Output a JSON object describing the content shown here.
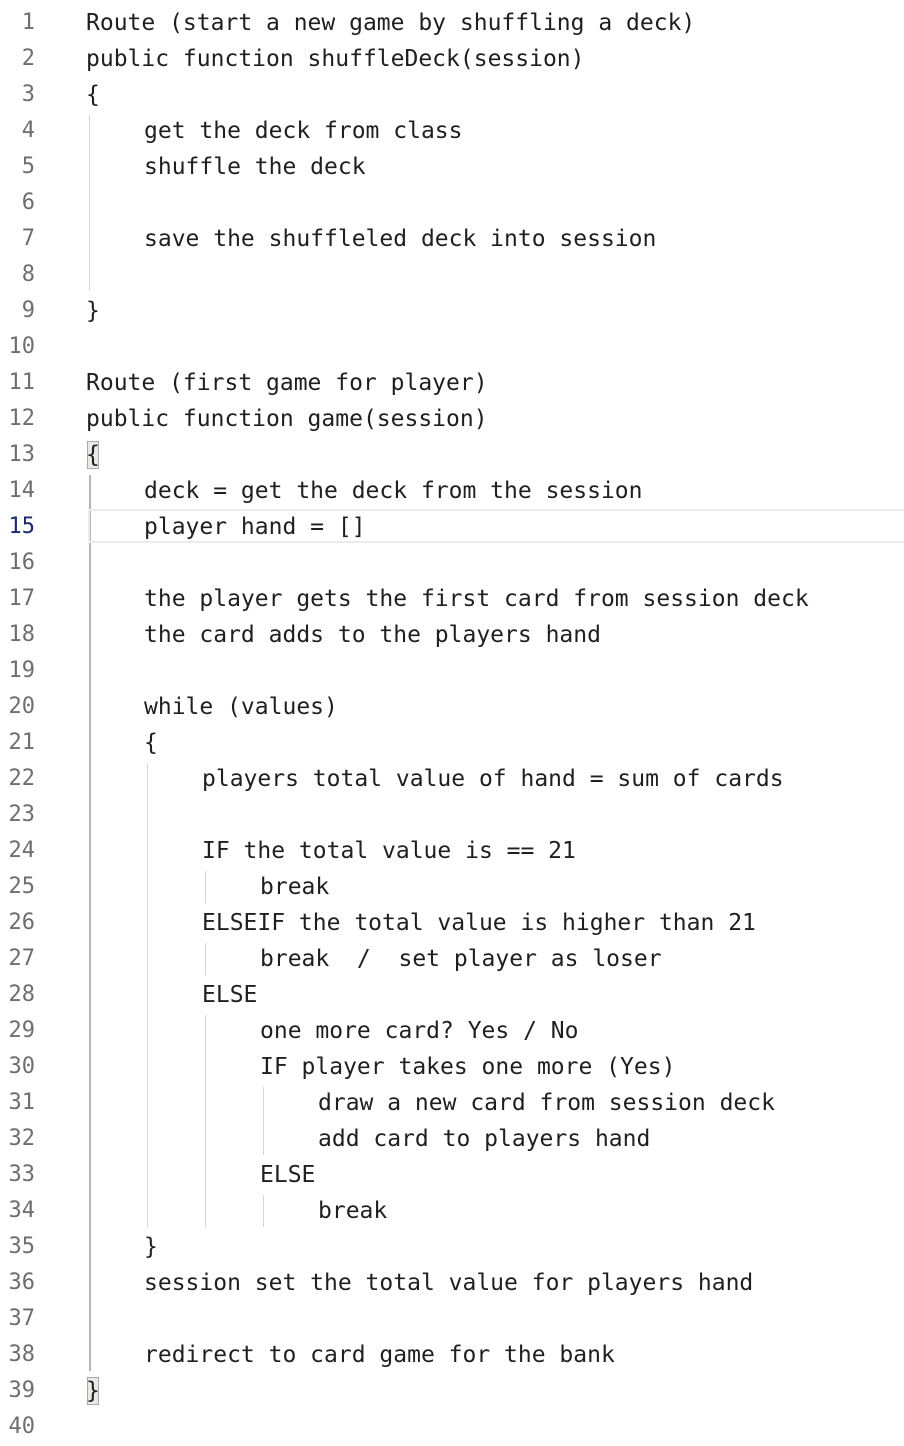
{
  "editor": {
    "lines": [
      {
        "num": "1",
        "indent": 0,
        "text": "Route (start a new game by shuffling a deck)"
      },
      {
        "num": "2",
        "indent": 0,
        "text": "public function shuffleDeck(session)"
      },
      {
        "num": "3",
        "indent": 0,
        "text": "{"
      },
      {
        "num": "4",
        "indent": 1,
        "text": "get the deck from class"
      },
      {
        "num": "5",
        "indent": 1,
        "text": "shuffle the deck"
      },
      {
        "num": "6",
        "indent": 0,
        "text": ""
      },
      {
        "num": "7",
        "indent": 1,
        "text": "save the shuffleled deck into session"
      },
      {
        "num": "8",
        "indent": 0,
        "text": ""
      },
      {
        "num": "9",
        "indent": 0,
        "text": "}"
      },
      {
        "num": "10",
        "indent": 0,
        "text": ""
      },
      {
        "num": "11",
        "indent": 0,
        "text": "Route (first game for player)"
      },
      {
        "num": "12",
        "indent": 0,
        "text": "public function game(session)"
      },
      {
        "num": "13",
        "indent": 0,
        "text": "{"
      },
      {
        "num": "14",
        "indent": 1,
        "text": "deck = get the deck from the session"
      },
      {
        "num": "15",
        "indent": 1,
        "text": "player hand = []"
      },
      {
        "num": "16",
        "indent": 0,
        "text": ""
      },
      {
        "num": "17",
        "indent": 1,
        "text": "the player gets the first card from session deck"
      },
      {
        "num": "18",
        "indent": 1,
        "text": "the card adds to the players hand"
      },
      {
        "num": "19",
        "indent": 0,
        "text": ""
      },
      {
        "num": "20",
        "indent": 1,
        "text": "while (values)"
      },
      {
        "num": "21",
        "indent": 1,
        "text": "{"
      },
      {
        "num": "22",
        "indent": 2,
        "text": "players total value of hand = sum of cards"
      },
      {
        "num": "23",
        "indent": 0,
        "text": ""
      },
      {
        "num": "24",
        "indent": 2,
        "text": "IF the total value is == 21"
      },
      {
        "num": "25",
        "indent": 3,
        "text": "break"
      },
      {
        "num": "26",
        "indent": 2,
        "text": "ELSEIF the total value is higher than 21"
      },
      {
        "num": "27",
        "indent": 3,
        "text": "break  /  set player as loser"
      },
      {
        "num": "28",
        "indent": 2,
        "text": "ELSE"
      },
      {
        "num": "29",
        "indent": 3,
        "text": "one more card? Yes / No"
      },
      {
        "num": "30",
        "indent": 3,
        "text": "IF player takes one more (Yes)"
      },
      {
        "num": "31",
        "indent": 4,
        "text": "draw a new card from session deck"
      },
      {
        "num": "32",
        "indent": 4,
        "text": "add card to players hand"
      },
      {
        "num": "33",
        "indent": 3,
        "text": "ELSE"
      },
      {
        "num": "34",
        "indent": 4,
        "text": "break"
      },
      {
        "num": "35",
        "indent": 1,
        "text": "}"
      },
      {
        "num": "36",
        "indent": 1,
        "text": "session set the total value for players hand"
      },
      {
        "num": "37",
        "indent": 0,
        "text": ""
      },
      {
        "num": "38",
        "indent": 1,
        "text": "redirect to card game for the bank"
      },
      {
        "num": "39",
        "indent": 0,
        "text": "}"
      },
      {
        "num": "40",
        "indent": 0,
        "text": ""
      }
    ],
    "current_line": 15,
    "matched_brackets": [
      13,
      39
    ],
    "colors": {
      "text": "#1f1f1f",
      "line_number": "#6e6e6e",
      "current_line_number": "#1a2a6c",
      "bracket_match_bg": "#e8ebe3"
    }
  }
}
